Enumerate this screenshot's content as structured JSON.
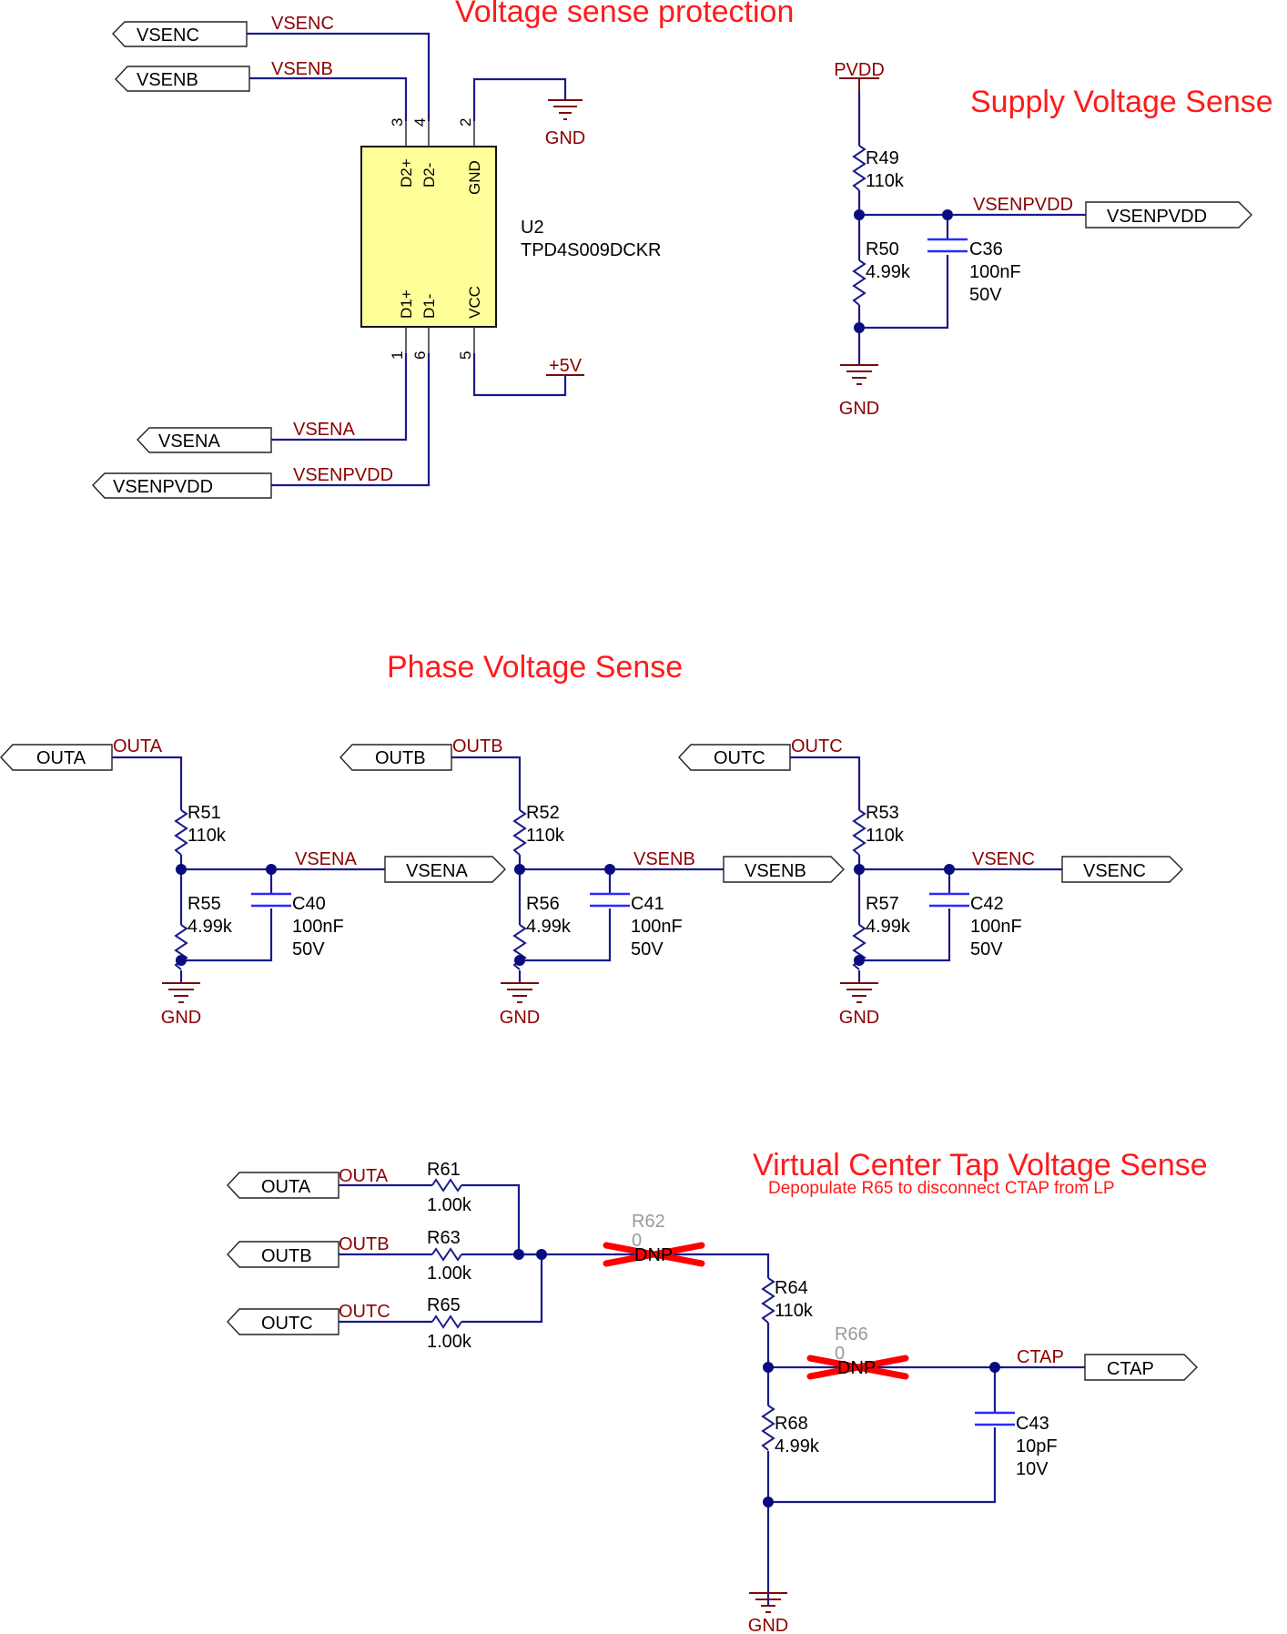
{
  "titles": {
    "protection": "Voltage sense protection",
    "supply": "Supply Voltage Sense",
    "phase": "Phase Voltage Sense",
    "ctap": "Virtual Center Tap Voltage Sense",
    "ctap_note": "Depopulate R65 to disconnect CTAP from LP"
  },
  "u2": {
    "ref": "U2",
    "part": "TPD4S009DCKR",
    "pins": {
      "d2p": "D2+",
      "d2m": "D2-",
      "gnd": "GND",
      "d1p": "D1+",
      "d1m": "D1-",
      "vcc": "VCC",
      "n1": "1",
      "n2": "2",
      "n3": "3",
      "n4": "4",
      "n5": "5",
      "n6": "6"
    }
  },
  "ports": {
    "vsenc": "VSENC",
    "vsenb": "VSENB",
    "vsena": "VSENA",
    "vsenpvdd": "VSENPVDD",
    "outa": "OUTA",
    "outb": "OUTB",
    "outc": "OUTC",
    "ctap": "CTAP"
  },
  "nets": {
    "vsenc": "VSENC",
    "vsenb": "VSENB",
    "vsena": "VSENA",
    "vsenpvdd": "VSENPVDD",
    "gnd": "GND",
    "p5v": "+5V",
    "pvdd": "PVDD",
    "outa": "OUTA",
    "outb": "OUTB",
    "outc": "OUTC",
    "ctap": "CTAP"
  },
  "components": {
    "r49": {
      "ref": "R49",
      "val": "110k"
    },
    "r50": {
      "ref": "R50",
      "val": "4.99k"
    },
    "c36": {
      "ref": "C36",
      "val": "100nF",
      "volt": "50V"
    },
    "r51": {
      "ref": "R51",
      "val": "110k"
    },
    "r55": {
      "ref": "R55",
      "val": "4.99k"
    },
    "c40": {
      "ref": "C40",
      "val": "100nF",
      "volt": "50V"
    },
    "r52": {
      "ref": "R52",
      "val": "110k"
    },
    "r56": {
      "ref": "R56",
      "val": "4.99k"
    },
    "c41": {
      "ref": "C41",
      "val": "100nF",
      "volt": "50V"
    },
    "r53": {
      "ref": "R53",
      "val": "110k"
    },
    "r57": {
      "ref": "R57",
      "val": "4.99k"
    },
    "c42": {
      "ref": "C42",
      "val": "100nF",
      "volt": "50V"
    },
    "r61": {
      "ref": "R61",
      "val": "1.00k"
    },
    "r63": {
      "ref": "R63",
      "val": "1.00k"
    },
    "r65": {
      "ref": "R65",
      "val": "1.00k"
    },
    "r62": {
      "ref": "R62",
      "val": "0",
      "dnp": "DNP"
    },
    "r64": {
      "ref": "R64",
      "val": "110k"
    },
    "r66": {
      "ref": "R66",
      "val": "0",
      "dnp": "DNP"
    },
    "r68": {
      "ref": "R68",
      "val": "4.99k"
    },
    "c43": {
      "ref": "C43",
      "val": "10pF",
      "volt": "10V"
    }
  },
  "colors": {
    "wire": "#1a1a8c",
    "net_label": "#8b0000",
    "title": "#ff1a1a",
    "ic_fill": "#ffff99",
    "dnp_cross": "#ff0000"
  }
}
